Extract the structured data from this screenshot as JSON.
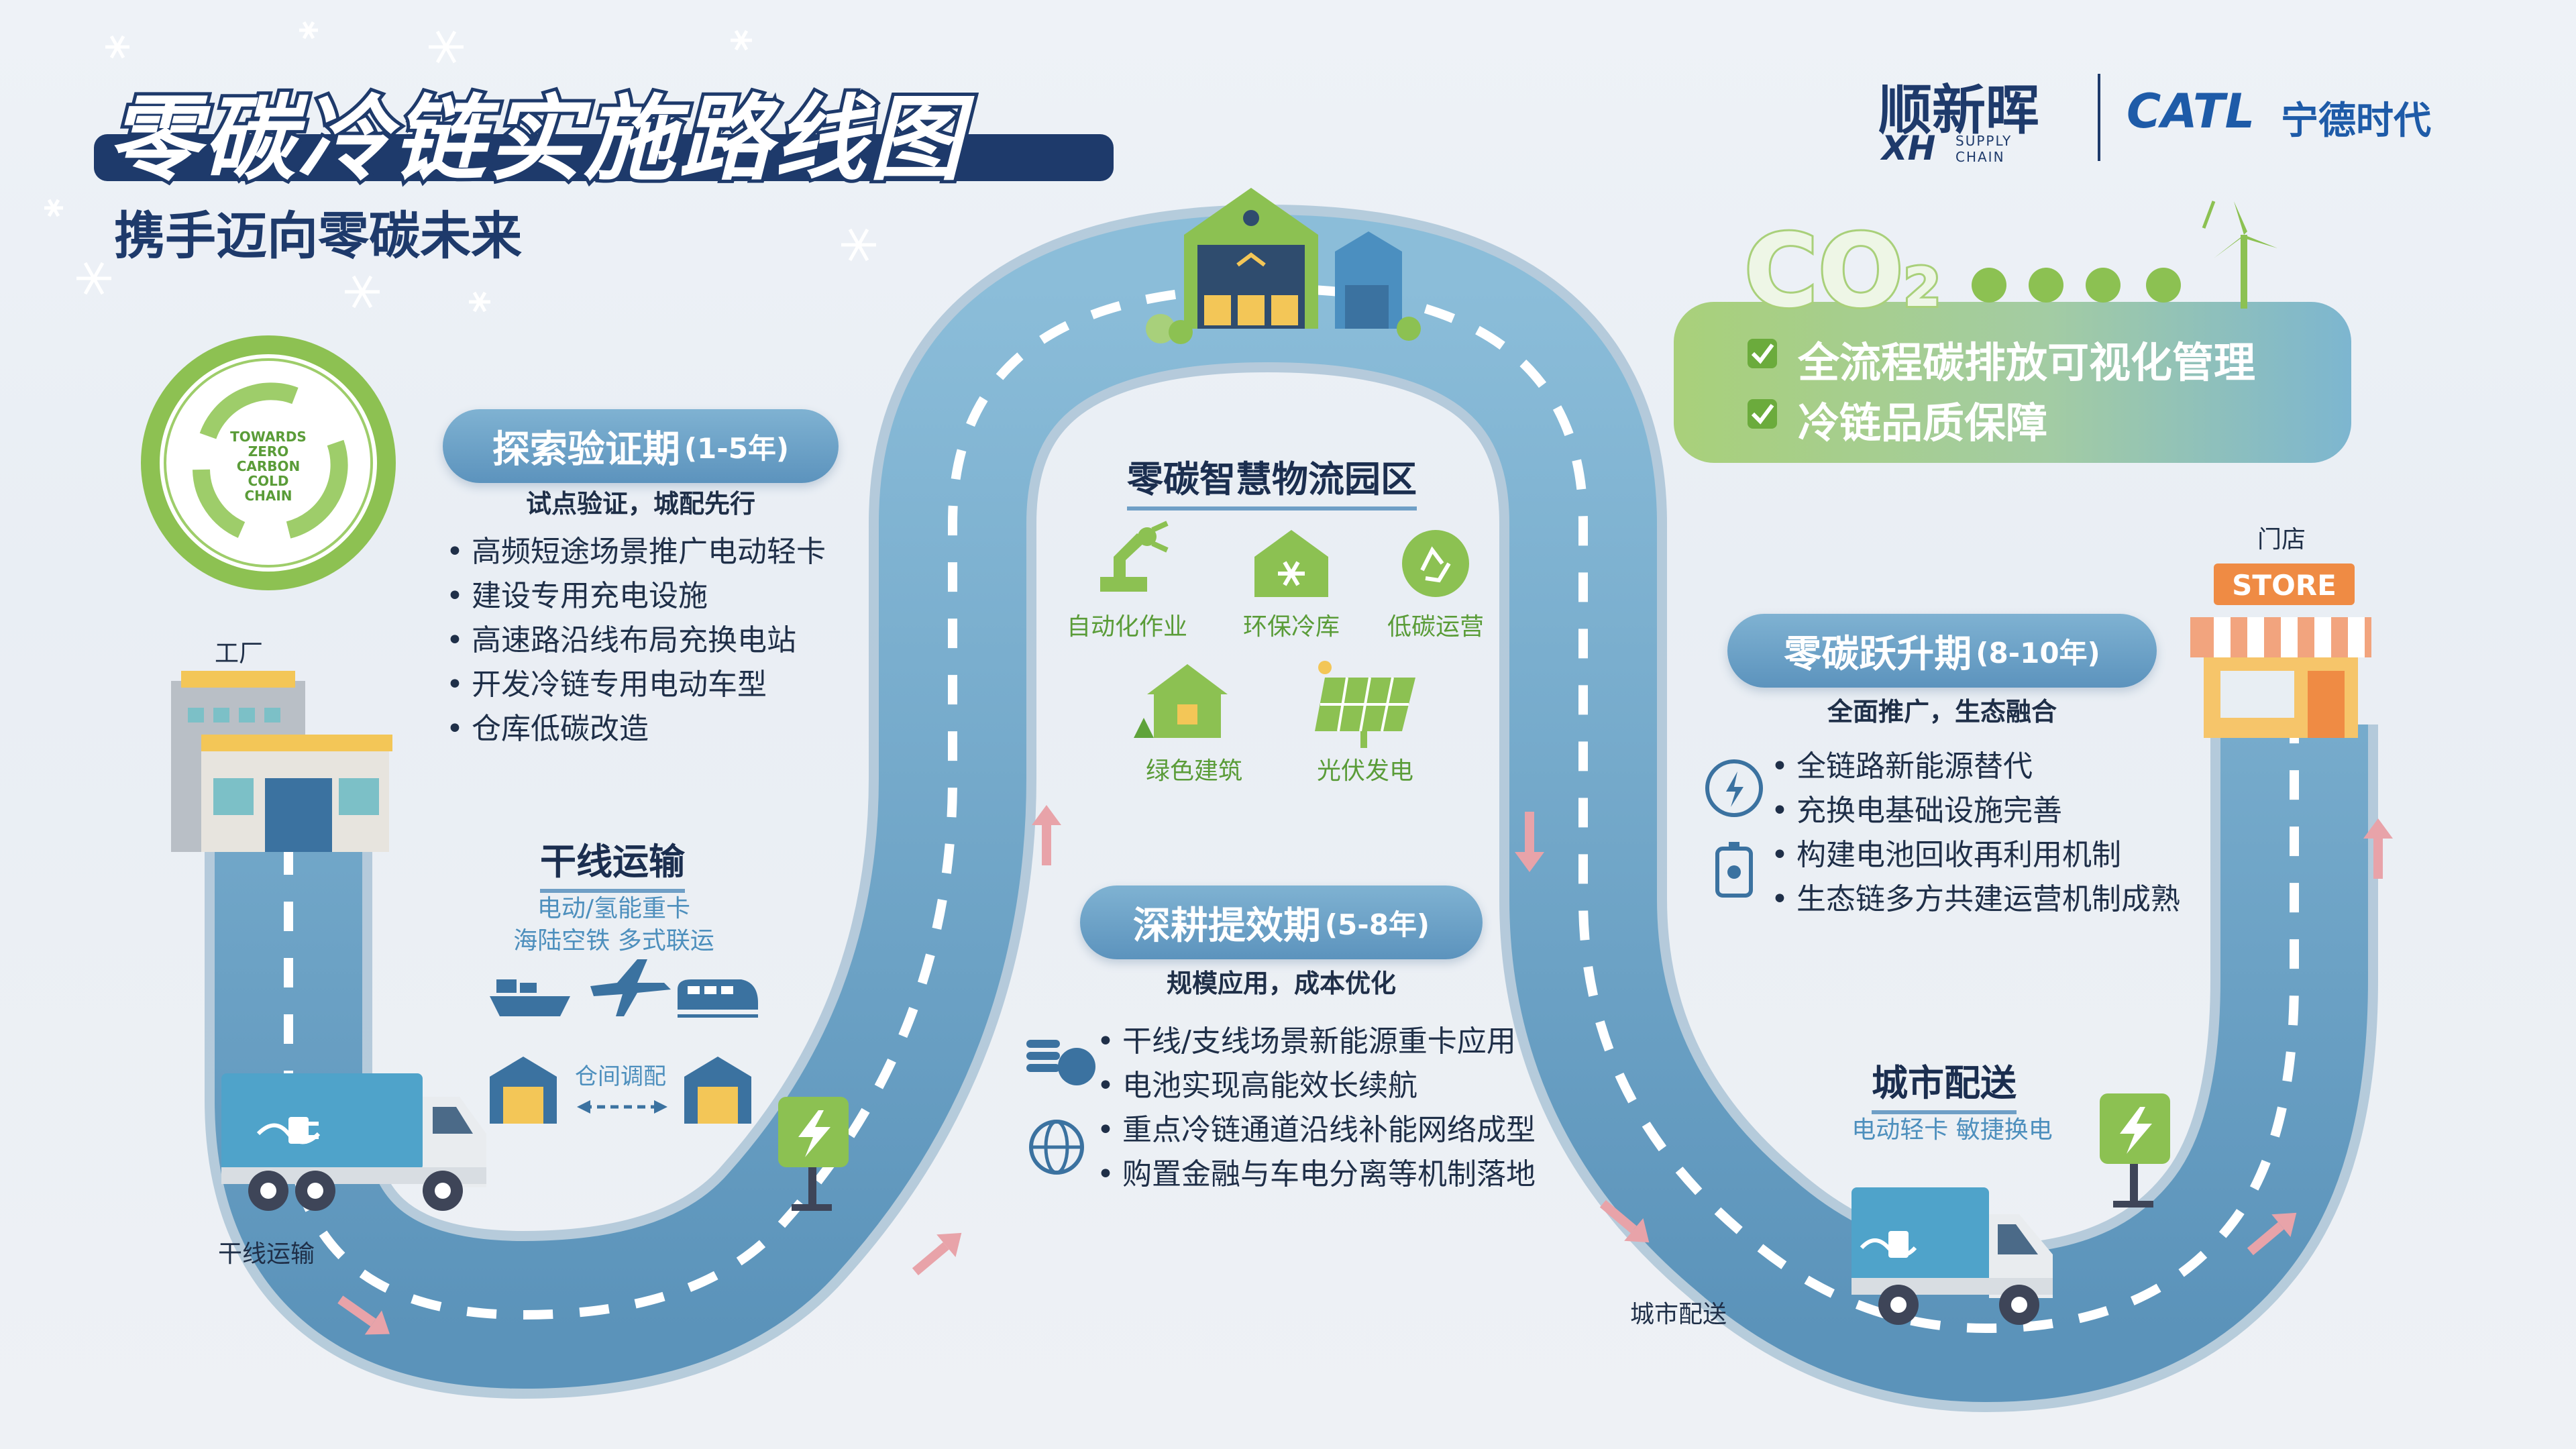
{
  "header": {
    "title": "零碳冷链实施路线图",
    "subtitle": "携手迈向零碳未来"
  },
  "logos": {
    "shunxinhui_cn": "顺新晖",
    "shunxinhui_mark": "XH",
    "supply": "SUPPLY",
    "chain": "CHAIN",
    "catl_en": "CATL",
    "catl_cn": "宁德时代"
  },
  "badge": {
    "lines": [
      "TOWARDS",
      "ZERO",
      "CARBON",
      "COLD",
      "CHAIN"
    ]
  },
  "stage1": {
    "title": "探索验证期",
    "years": "(1-5年)",
    "subtitle": "试点验证，城配先行",
    "items": [
      "高频短途场景推广电动轻卡",
      "建设专用充电设施",
      "高速路沿线布局充换电站",
      "开发冷链专用电动车型",
      "仓库低碳改造"
    ]
  },
  "stage2": {
    "title": "深耕提效期",
    "years": "(5-8年)",
    "subtitle": "规模应用，成本优化",
    "items": [
      "干线/支线场景新能源重卡应用",
      "电池实现高能效长续航",
      "重点冷链通道沿线补能网络成型",
      "购置金融与车电分离等机制落地"
    ]
  },
  "stage3": {
    "title": "零碳跃升期",
    "years": "(8-10年)",
    "subtitle": "全面推广，生态融合",
    "items": [
      "全链路新能源替代",
      "充换电基础设施完善",
      "构建电池回收再利用机制",
      "生态链多方共建运营机制成熟"
    ]
  },
  "trunk": {
    "title": "干线运输",
    "line1": "电动/氢能重卡",
    "line2": "海陆空铁 多式联运",
    "dispatch": "仓间调配"
  },
  "park": {
    "title": "零碳智慧物流园区",
    "items": [
      "自动化作业",
      "环保冷库",
      "低碳运营",
      "绿色建筑",
      "光伏发电"
    ]
  },
  "city": {
    "title": "城市配送",
    "sub": "电动轻卡 敏捷换电"
  },
  "co2": {
    "main": "CO",
    "sub": "2",
    "checks": [
      "全流程碳排放可视化管理",
      "冷链品质保障"
    ]
  },
  "labels": {
    "factory": "工厂",
    "trunk_transport": "干线运输",
    "store_cn": "门店",
    "store_en": "STORE",
    "city_delivery": "城市配送"
  },
  "colors": {
    "road": "#6aa3c8",
    "road_dark": "#5a93bb",
    "pill": "#6ea4c9",
    "green": "#8cc152",
    "navy": "#1b2e4f"
  }
}
